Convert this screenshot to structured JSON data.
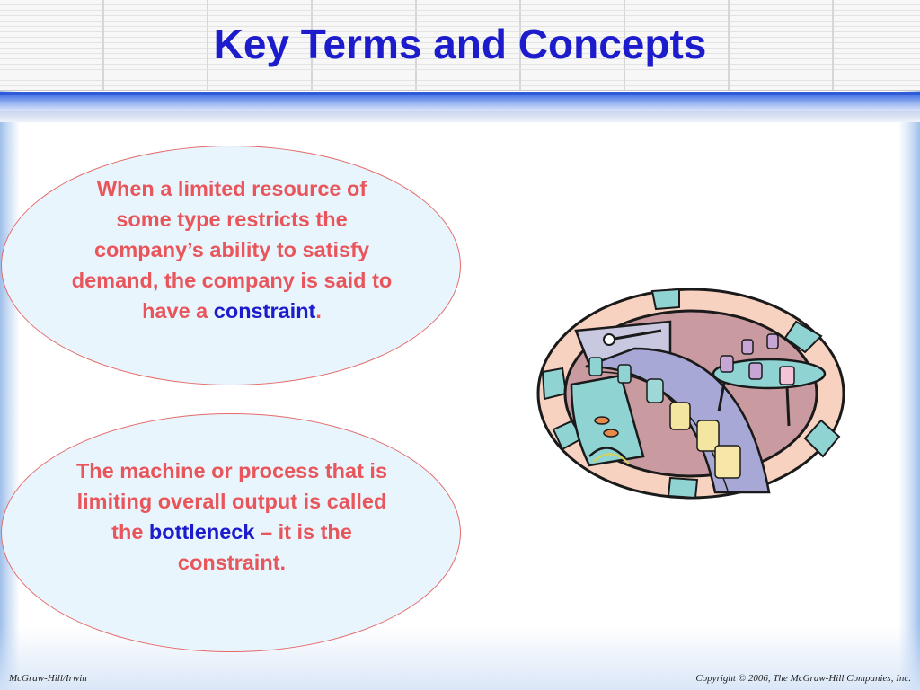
{
  "slide": {
    "title": "Key Terms and Concepts"
  },
  "definitions": [
    {
      "text_before": "When a limited resource of some type restricts the company’s ability to satisfy demand, the company is said to have a ",
      "term": "constraint",
      "text_after": "."
    },
    {
      "text_before": "The machine or process that is limiting overall output is called the ",
      "term": "bottleneck",
      "text_after": " – it is the constraint."
    }
  ],
  "illustration": {
    "icon": "factory-assembly-line-icon"
  },
  "footer": {
    "publisher": "McGraw-Hill/Irwin",
    "copyright": "Copyright © 2006, The McGraw-Hill Companies, Inc."
  },
  "colors": {
    "title": "#1c1ccc",
    "body_text": "#e8565c",
    "term": "#1c1ccc",
    "oval_fill": "#e9f5fd",
    "oval_border": "#e46a6a"
  }
}
